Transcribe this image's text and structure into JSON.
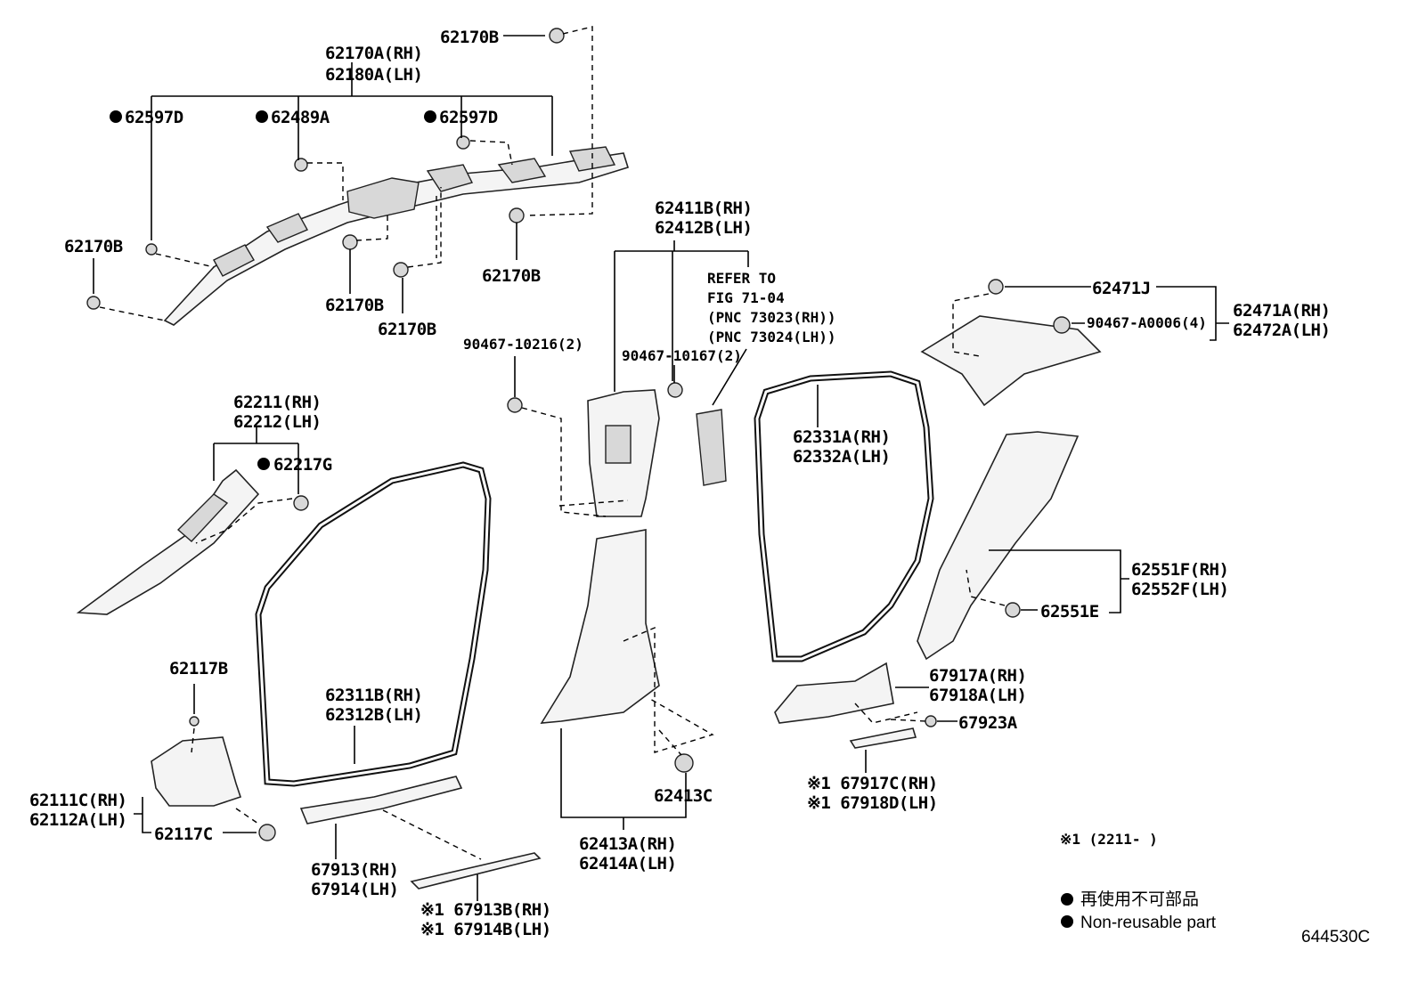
{
  "diagram": {
    "labels": {
      "p62170B_top": "62170B",
      "p62170A_rh": "62170A(RH)",
      "p62180A_lh": "62180A(LH)",
      "p62597D_a": "62597D",
      "p62489A": "62489A",
      "p62597D_b": "62597D",
      "p62170B_left": "62170B",
      "p62170B_mid1": "62170B",
      "p62170B_mid2": "62170B",
      "p62170B_right": "62170B",
      "p62411B_rh": "62411B(RH)",
      "p62412B_lh": "62412B(LH)",
      "refer_1": "REFER TO",
      "refer_2": "FIG 71-04",
      "refer_3": "(PNC 73023(RH))",
      "refer_4": "(PNC 73024(LH))",
      "p90467_10216": "90467-10216(2)",
      "p90467_10167": "90467-10167(2)",
      "p62471J": "62471J",
      "p90467_A0006": "90467-A0006(4)",
      "p62471A_rh": "62471A(RH)",
      "p62472A_lh": "62472A(LH)",
      "p62211_rh": "62211(RH)",
      "p62212_lh": "62212(LH)",
      "p62217G": "62217G",
      "p62331A_rh": "62331A(RH)",
      "p62332A_lh": "62332A(LH)",
      "p62551F_rh": "62551F(RH)",
      "p62552F_lh": "62552F(LH)",
      "p62551E": "62551E",
      "p62117B": "62117B",
      "p62311B_rh": "62311B(RH)",
      "p62312B_lh": "62312B(LH)",
      "p67917A_rh": "67917A(RH)",
      "p67918A_lh": "67918A(LH)",
      "p67923A": "67923A",
      "p62111C_rh": "62111C(RH)",
      "p62112A_lh": "62112A(LH)",
      "p62117C": "62117C",
      "p62413C": "62413C",
      "p67917C_rh": "※1 67917C(RH)",
      "p67918D_lh": "※1 67918D(LH)",
      "p67913_rh": "67913(RH)",
      "p67914_lh": "67914(LH)",
      "p62413A_rh": "62413A(RH)",
      "p62414A_lh": "62414A(LH)",
      "p67913B_rh": "※1 67913B(RH)",
      "p67914B_lh": "※1 67914B(LH)",
      "note_date": "※1 (2211-      )"
    },
    "legend": {
      "jp": "再使用不可部品",
      "en": "Non-reusable part"
    },
    "figure_code": "644530C"
  }
}
